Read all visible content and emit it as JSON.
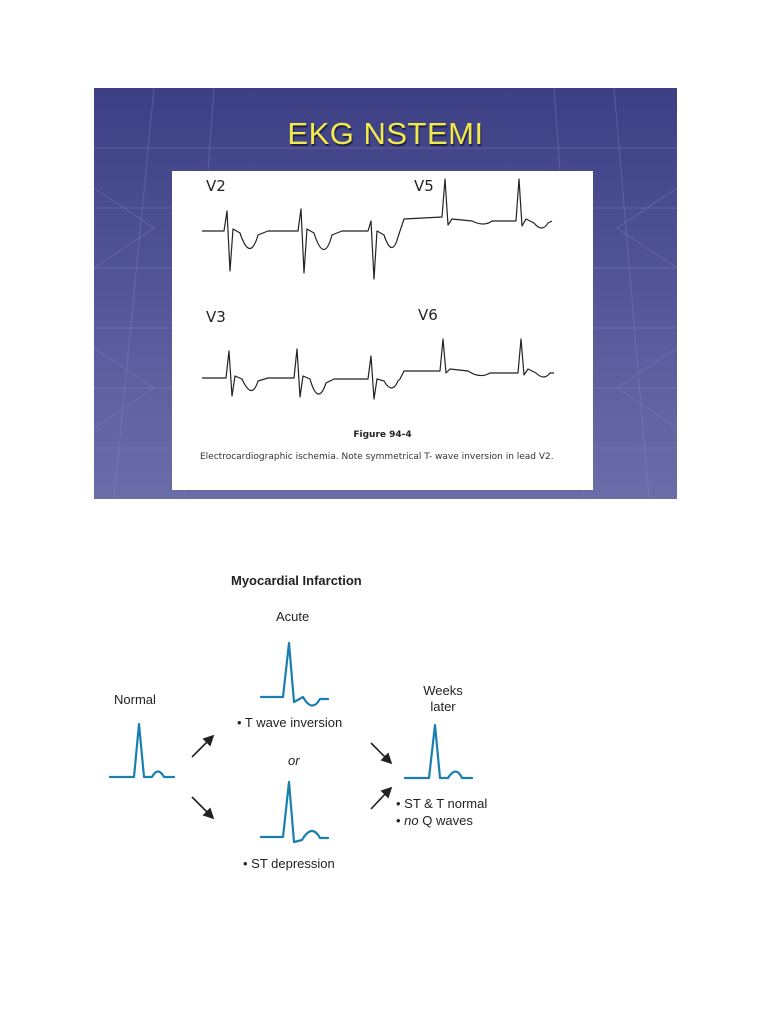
{
  "slide": {
    "title": "EKG NSTEMI",
    "leads": [
      "V2",
      "V5",
      "V3",
      "V6"
    ],
    "figure_label": "Figure 94-4",
    "caption": "Electrocardiographic ischemia. Note symmetrical T- wave inversion in lead V2."
  },
  "diagram": {
    "title": "Myocardial Infarction",
    "acute_label": "Acute",
    "normal_label": "Normal",
    "weeks_later_label": "Weeks later",
    "or_label": "or",
    "acute_bullet": "• T wave inversion",
    "depression_bullet": "• ST depression",
    "outcome_bullets": [
      "• ST & T normal",
      "• no Q waves"
    ]
  },
  "colors": {
    "slide_background": "#4b4d90",
    "title_yellow": "#f2e94a",
    "trace_blue": "#1a7fb0",
    "ekg_ink": "#222222"
  }
}
